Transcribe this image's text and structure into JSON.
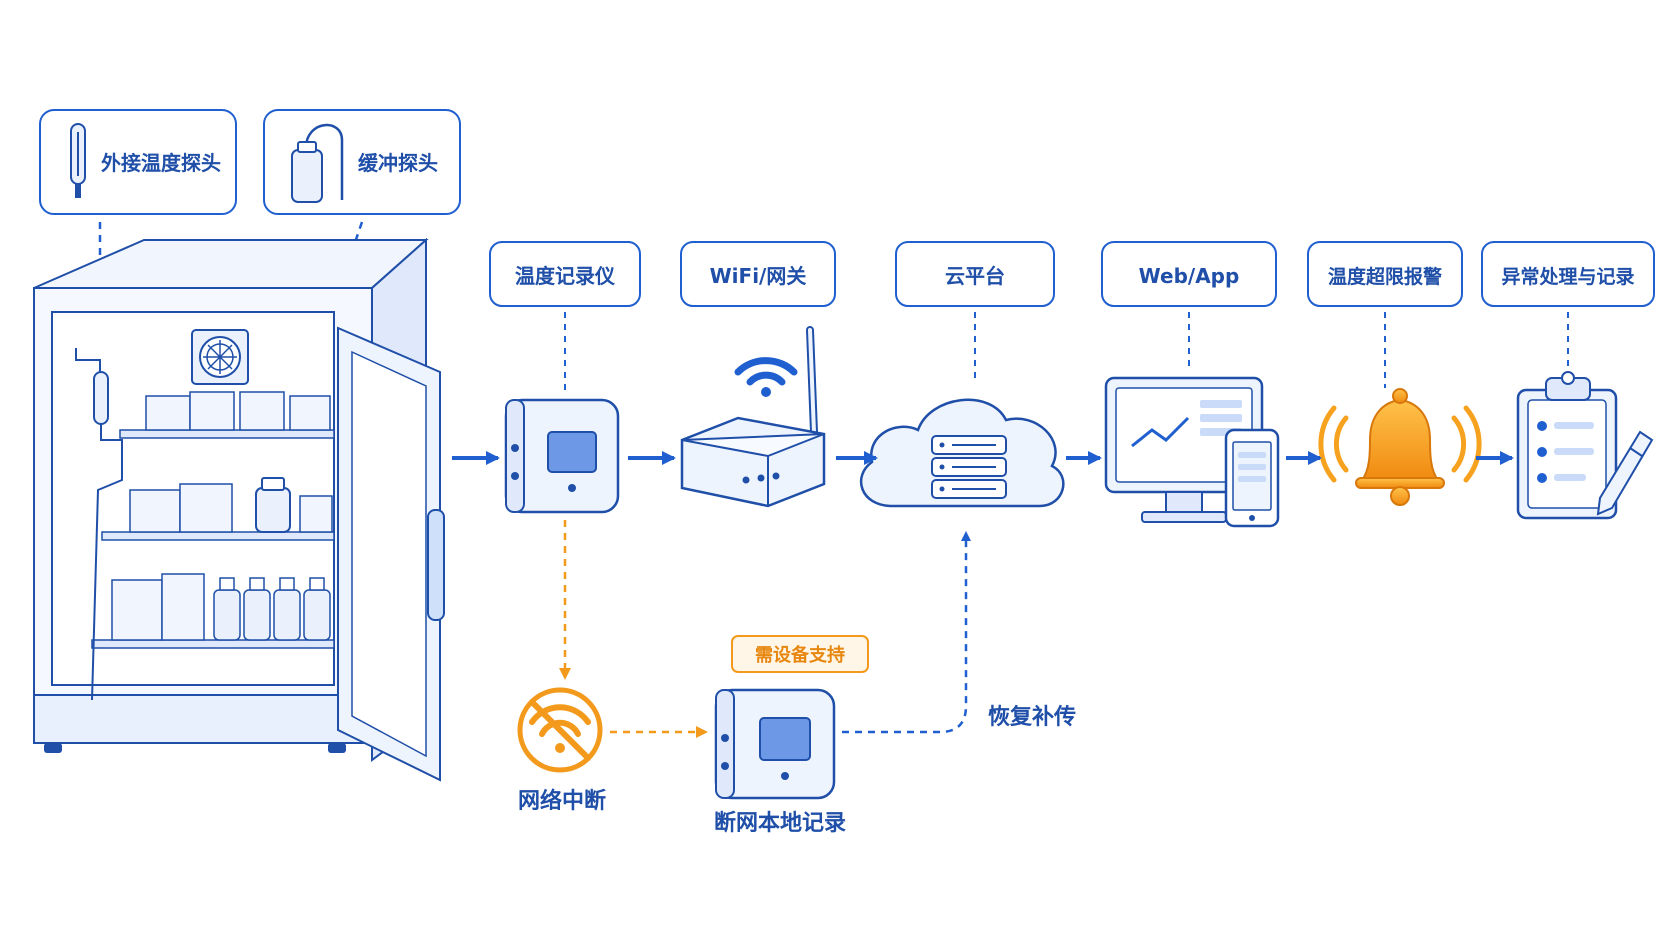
{
  "colors": {
    "primary": "#1f5fd0",
    "primary_dark": "#1f4fa8",
    "light_fill": "#eaf1fd",
    "warning": "#f39a1c",
    "bell": "#f7a21e"
  },
  "labels": {
    "external_probe": "外接温度探头",
    "buffer_probe": "缓冲探头",
    "recorder": "温度记录仪",
    "gateway": "WiFi/网关",
    "cloud": "云平台",
    "webapp": "Web/App",
    "alarm": "温度超限报警",
    "handling": "异常处理与记录"
  },
  "offline": {
    "network_down": "网络中断",
    "device_support_badge": "需设备支持",
    "local_record": "断网本地记录",
    "resume_upload": "恢复补传"
  },
  "icons": [
    "thermometer-probe-icon",
    "buffer-bottle-icon",
    "refrigerator-icon",
    "fan-icon",
    "recorder-device-icon",
    "router-icon",
    "wifi-icon",
    "cloud-server-icon",
    "monitor-icon",
    "phone-icon",
    "alarm-bell-icon",
    "clipboard-icon",
    "pen-icon",
    "no-wifi-icon"
  ]
}
